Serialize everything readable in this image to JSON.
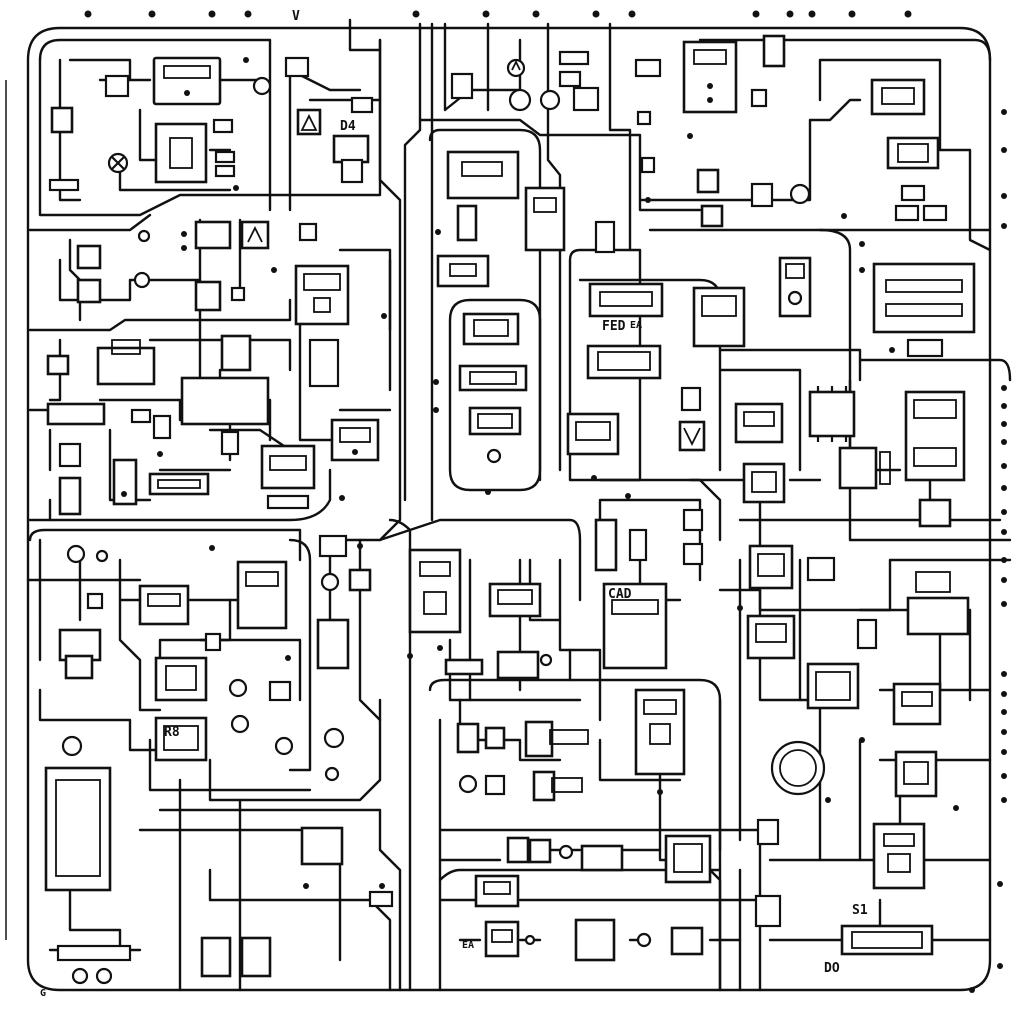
{
  "diagram": {
    "labels": {
      "top_v": "V",
      "d4": "D4",
      "fed": "FED",
      "ea": "EA",
      "cad": "CAD",
      "s_one": "S1",
      "d0": "DO",
      "r8": "R8",
      "ea_small": "EA",
      "bottom_left_g": "G"
    }
  }
}
